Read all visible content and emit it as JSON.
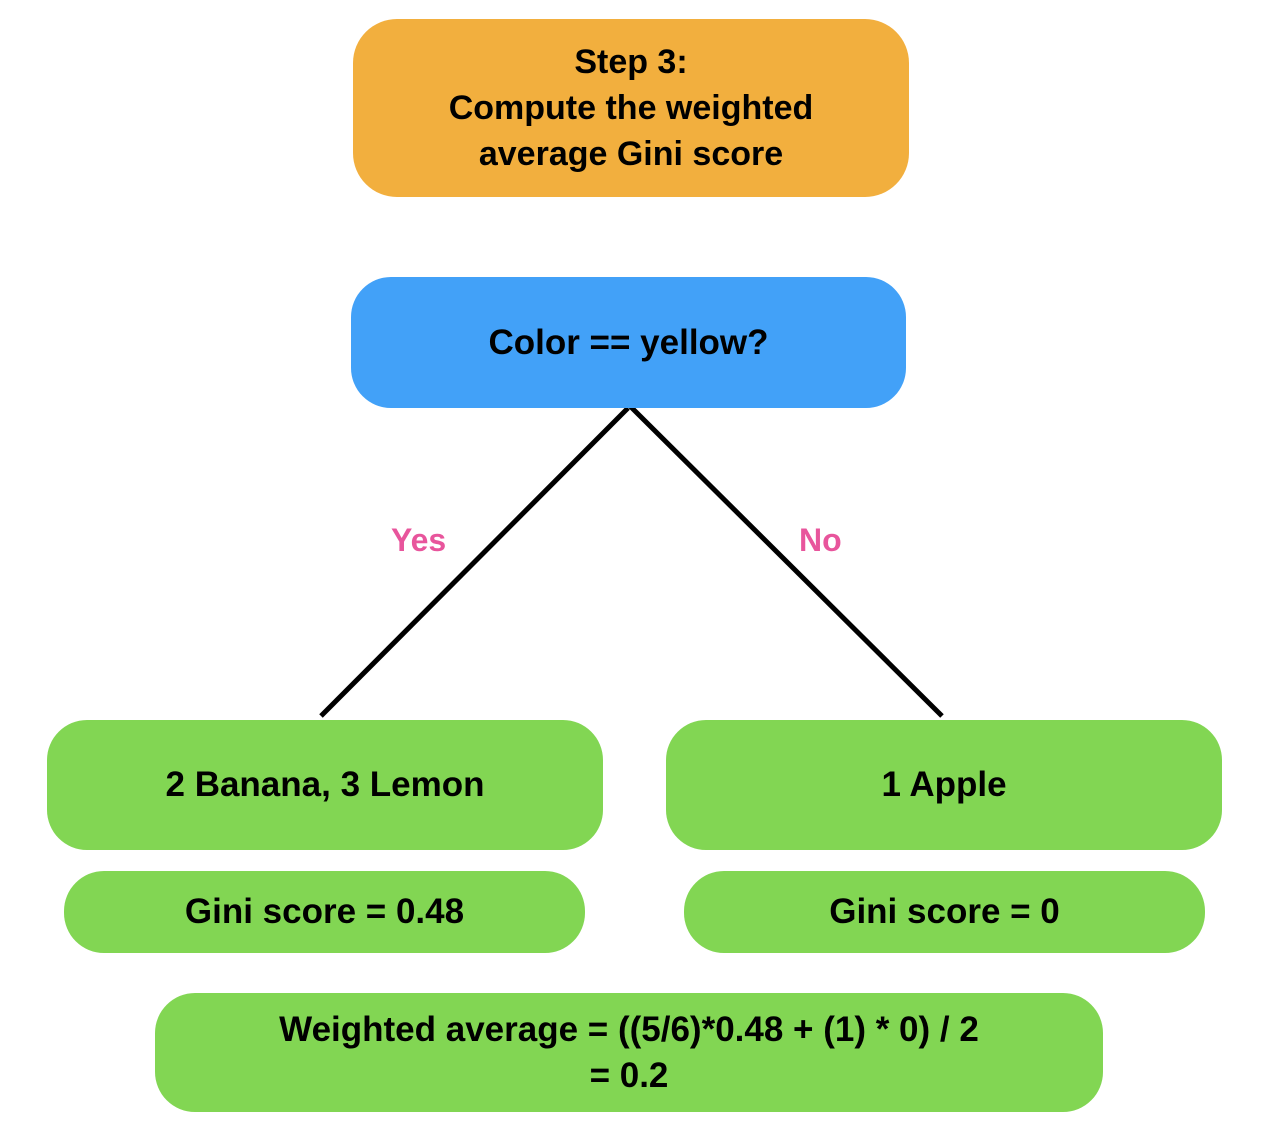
{
  "header": {
    "line1": "Step 3:",
    "line2": "Compute the weighted",
    "line3": "average Gini score"
  },
  "root": {
    "question": "Color == yellow?"
  },
  "branches": {
    "yes": "Yes",
    "no": "No"
  },
  "leaves": {
    "left": {
      "contents": "2 Banana, 3 Lemon",
      "gini": "Gini score = 0.48"
    },
    "right": {
      "contents": "1 Apple",
      "gini": "Gini score = 0"
    }
  },
  "result": {
    "line1": "Weighted average = ((5/6)*0.48 + (1) * 0) / 2",
    "line2": "= 0.2"
  },
  "colors": {
    "step": "#f2af3e",
    "question": "#42a1f8",
    "leaf": "#82d653",
    "branch_label": "#e8559c",
    "edge": "#000000"
  }
}
